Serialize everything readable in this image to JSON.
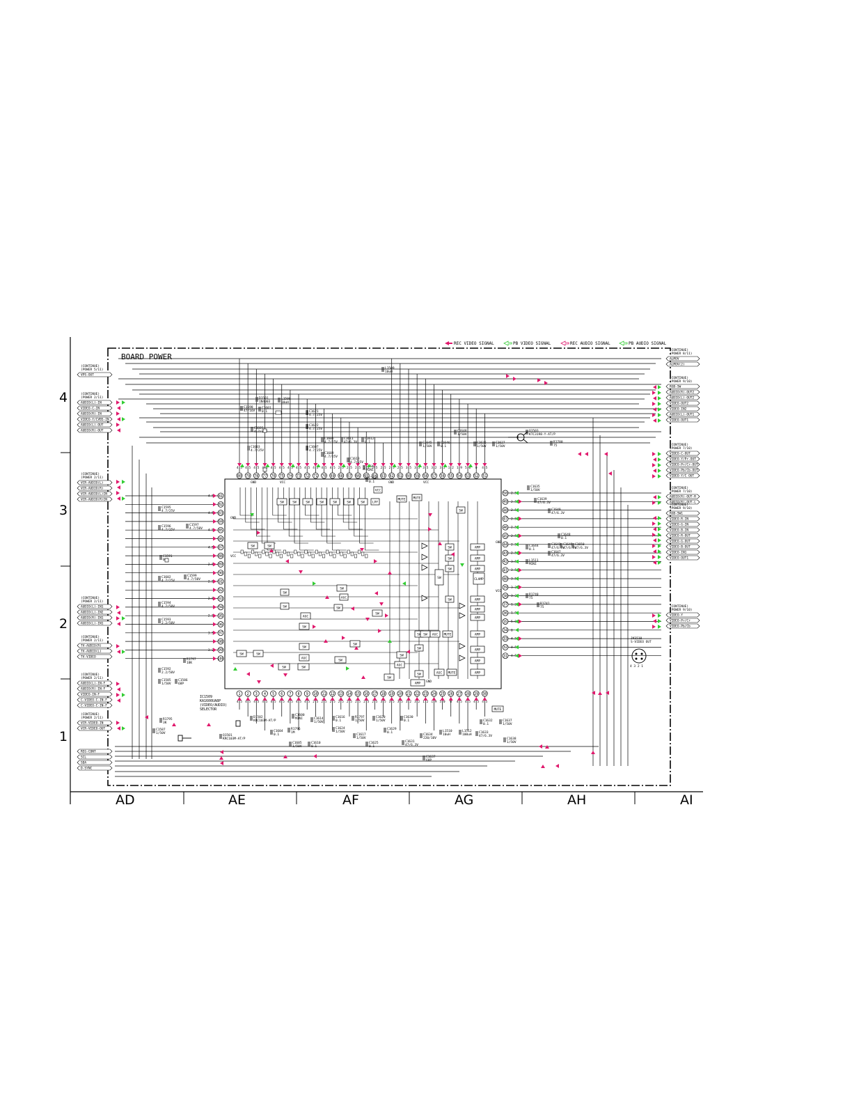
{
  "board_title": "BOARD POWER",
  "legend": [
    {
      "label": "REC VIDEO SIGNAL",
      "color": "#e0186c"
    },
    {
      "label": "PB VIDEO SIGNAL",
      "color": "#33cc33"
    },
    {
      "label": "REC AUDIO SIGNAL",
      "color": "#e0186c"
    },
    {
      "label": "PB AUDIO SIGNAL",
      "color": "#33cc33"
    }
  ],
  "colors": {
    "rec": "#e0186c",
    "pb": "#33cc33",
    "line": "#000000"
  },
  "grid_columns": [
    "AD",
    "AE",
    "AF",
    "AG",
    "AH",
    "AI"
  ],
  "grid_rows": [
    "4",
    "3",
    "2",
    "1"
  ],
  "ic": {
    "ref": "IC1509",
    "part": "KA1600UA8P",
    "function": "(VIDEO/AUDIO)",
    "function2": "SELECTOR",
    "top_pins": [
      "80",
      "79",
      "78",
      "77",
      "76",
      "75",
      "74",
      "73",
      "72",
      "71",
      "70",
      "69",
      "68",
      "67",
      "66",
      "65",
      "64",
      "63",
      "62",
      "61",
      "60",
      "59",
      "58",
      "57",
      "56",
      "55",
      "54",
      "53",
      "52",
      "51"
    ],
    "left_pins": [
      "81",
      "82",
      "83",
      "84",
      "85",
      "86",
      "87",
      "88",
      "89",
      "90",
      "91",
      "92",
      "93",
      "94",
      "95",
      "96",
      "97",
      "98",
      "99",
      "100"
    ],
    "right_pins": [
      "50",
      "49",
      "48",
      "47",
      "46",
      "45",
      "44",
      "43",
      "42",
      "41",
      "40",
      "39",
      "38",
      "37",
      "36",
      "35",
      "34",
      "33",
      "32",
      "31"
    ],
    "bottom_pins": [
      "1",
      "2",
      "3",
      "4",
      "5",
      "6",
      "7",
      "8",
      "9",
      "10",
      "11",
      "12",
      "13",
      "14",
      "15",
      "16",
      "17",
      "18",
      "19",
      "20",
      "21",
      "22",
      "23",
      "24",
      "25",
      "26",
      "27",
      "28",
      "29",
      "30"
    ],
    "pin_labels": [
      "GND",
      "VCC",
      "GND",
      "VCC",
      "GND",
      "VCC",
      "GND",
      "VCC"
    ]
  },
  "blocks": {
    "sw": "SW",
    "amp": "AMP",
    "mute": "MUTE",
    "agc": "AGC",
    "lpf": "LPF",
    "clamp": "CLAMP",
    "vcc": "VCC",
    "mute_badge": "MUTE"
  },
  "connectors": {
    "left": [
      {
        "head": "(CONTINUE)",
        "sub": "(POWER 5/11)",
        "items": [
          "VPS-OUT"
        ]
      },
      {
        "head": "(CONTINUE)",
        "sub": "(POWER 2/11)",
        "items": [
          "AUDIO(L)-IN",
          "VIDEO-C-IN",
          "AUDIO(R)-IN",
          "VIDEO-Y/CVBS-IN",
          "AUDIO(L)-OUT",
          "AUDIO(R)-OUT"
        ]
      },
      {
        "head": "(CONTINUE)",
        "sub": "(POWER 2/11)",
        "items": [
          "VCR-AUDIO(L)",
          "VCR-AUDIO(R)",
          "VCR-AUDIO(L)IN",
          "VCR-AUDIO(R)IN"
        ]
      },
      {
        "head": "(CONTINUE)",
        "sub": "(POWER 2/11)",
        "items": [
          "AUDIO(L)-IN1",
          "AUDIO(L)-IN2",
          "AUDIO(R)-IN1",
          "AUDIO(L)-IN1"
        ]
      },
      {
        "head": "(CONTINUE)",
        "sub": "(POWER 2/11)",
        "items": [
          "TV-AUDIO(R)",
          "TV-AUDIO(L)",
          "TV-VIDEO"
        ]
      },
      {
        "head": "(CONTINUE)",
        "sub": "(POWER 2/11)",
        "items": [
          "AUDIO(L)-IN-F",
          "AUDIO(R)-IN-F",
          "VIDEO-IN-F",
          "C-VIDEO-C-IN-F",
          "C-VIDEO-C-IN-F"
        ]
      },
      {
        "head": "(CONTINUE)",
        "sub": "(POWER 2/11)",
        "items": [
          "VCR-VIDEO-IN",
          "VCR-VIDEO-OUT"
        ]
      },
      {
        "head": "",
        "sub": "",
        "items": [
          "REG-CONT",
          "SCL",
          "SDA",
          "D-SYNC"
        ]
      }
    ],
    "right": [
      {
        "head": "(CONTINUE)",
        "sub": "(POWER 8/11)",
        "items": [
          "ALMOV",
          "ALMOV(2)"
        ]
      },
      {
        "head": "(CONTINUE)",
        "sub": "(POWER 9/10)",
        "items": [
          "RGB-SW",
          "AUDIO(R)-OUT2",
          "AUDIO(L)-OUT2",
          "VIDEO-OUT2",
          "VIDEO-IN2",
          "AUDIO(L)-OUT1",
          "VIDEO-OUT1"
        ]
      },
      {
        "head": "(CONTINUE)",
        "sub": "(POWER 7/10)",
        "items": [
          "VIDEO-C-OUT",
          "VIDEO-Y/Pr-OUT",
          "VIDEO-Pr/Cr-OUT",
          "VIDEO-Pb/Cb-OUT",
          "VIDEO-Y/C OUT"
        ]
      },
      {
        "head": "(CONTINUE)",
        "sub": "(POWER 7/10)",
        "items": [
          "AUDIO(R)-OUT-R",
          "AUDIO(R)-OUT-L"
        ]
      },
      {
        "head": "(CONTINUE)",
        "sub": "(POWER 9/10)",
        "items": [
          "RGB-SW1",
          "VIDEO-R-IN",
          "VIDEO-G-IN",
          "VIDEO-B-IN",
          "VIDEO-R-OUT",
          "VIDEO-G-OUT",
          "VIDEO-B-OUT",
          "VIDEO-IN1",
          "VIDEO-OUT1"
        ]
      },
      {
        "head": "(CONTINUE)",
        "sub": "(POWER 9/10)",
        "items": [
          "VIDEO-Y",
          "VIDEO-Pr/Cr",
          "VIDEO-Pb/Cb"
        ]
      }
    ]
  },
  "jack": {
    "ref": "JK1510",
    "name": "S-VIDEO OUT",
    "inner": "4 3 2 1"
  },
  "components": [
    {
      "ref": "C1598",
      "val": "47/16V"
    },
    {
      "ref": "D1501",
      "val": "1N4003"
    },
    {
      "ref": "C1601",
      "val": "0.1"
    },
    {
      "ref": "L1508",
      "val": "10uH"
    },
    {
      "ref": "C1601",
      "val": "4.7/25V"
    },
    {
      "ref": "C1603",
      "val": "4.7/25V"
    },
    {
      "ref": "C1621",
      "val": "4.7/25V"
    },
    {
      "ref": "C1622",
      "val": "4.7/25V"
    },
    {
      "ref": "C1606",
      "val": "4.7/25V"
    },
    {
      "ref": "C1607",
      "val": "4.7/25V"
    },
    {
      "ref": "C1609",
      "val": "4.7/25V"
    },
    {
      "ref": "C1611",
      "val": "47/6.3V"
    },
    {
      "ref": "C1612",
      "val": "0.1"
    },
    {
      "ref": "C1613",
      "val": "4.7/25V"
    },
    {
      "ref": "C1642",
      "val": "MINI"
    },
    {
      "ref": "C1643",
      "val": "0.1"
    },
    {
      "ref": "L1509",
      "val": "10uH"
    },
    {
      "ref": "C1645",
      "val": "1/50V"
    },
    {
      "ref": "C1646",
      "val": "0.1"
    },
    {
      "ref": "C1648",
      "val": "1/50V"
    },
    {
      "ref": "C1626",
      "val": "1/50V"
    },
    {
      "ref": "C1627",
      "val": "1/50V"
    },
    {
      "ref": "Q1503",
      "val": "KTC3198-Y-AT/P"
    },
    {
      "ref": "R1700",
      "val": "75"
    },
    {
      "ref": "C1595",
      "val": "4.7/25V"
    },
    {
      "ref": "C1596",
      "val": "4.7/25V"
    },
    {
      "ref": "C1597",
      "val": "4.7/50V"
    },
    {
      "ref": "C1599",
      "val": "4.7/50V"
    },
    {
      "ref": "C1591",
      "val": "0.1"
    },
    {
      "ref": "C1602",
      "val": "4.7/25V"
    },
    {
      "ref": "C1594",
      "val": "4.7/50V"
    },
    {
      "ref": "C1593",
      "val": "2.2/50V"
    },
    {
      "ref": "C1592",
      "val": "2.2/50V"
    },
    {
      "ref": "C1585",
      "val": "1/50V"
    },
    {
      "ref": "C1586",
      "val": "68P"
    },
    {
      "ref": "R1795",
      "val": "3K"
    },
    {
      "ref": "R1797",
      "val": "18K"
    },
    {
      "ref": "C1587",
      "val": "1/50V"
    },
    {
      "ref": "Q1501",
      "val": "KRC103M-AT/P"
    },
    {
      "ref": "D1502",
      "val": "KRC103M-AT/P"
    },
    {
      "ref": "C1604",
      "val": "0.1"
    },
    {
      "ref": "R1796",
      "val": "1M"
    },
    {
      "ref": "C1605",
      "val": "1/50V"
    },
    {
      "ref": "C1600",
      "val": "MINI"
    },
    {
      "ref": "C1610",
      "val": "0.1"
    },
    {
      "ref": "C1614",
      "val": "1/50V"
    },
    {
      "ref": "C1616",
      "val": "0.1"
    },
    {
      "ref": "C1624",
      "val": "1/50V"
    },
    {
      "ref": "R1797",
      "val": "1/50V"
    },
    {
      "ref": "C1617",
      "val": "1/50V"
    },
    {
      "ref": "C1620",
      "val": "1/50V"
    },
    {
      "ref": "C1625",
      "val": "0.1"
    },
    {
      "ref": "C1629",
      "val": "0.1"
    },
    {
      "ref": "C1630",
      "val": "0.1"
    },
    {
      "ref": "C1631",
      "val": "47/6.3V"
    },
    {
      "ref": "C1634",
      "val": "220/10V"
    },
    {
      "ref": "C1637",
      "val": "68P"
    },
    {
      "ref": "L1510",
      "val": "10uH"
    },
    {
      "ref": "L1512",
      "val": "100uH"
    },
    {
      "ref": "C1633",
      "val": "47/6.3V"
    },
    {
      "ref": "C1632",
      "val": "0.1"
    },
    {
      "ref": "C1637",
      "val": "1/50V"
    },
    {
      "ref": "C1638",
      "val": "1/50V"
    },
    {
      "ref": "C1635",
      "val": "1/50V"
    },
    {
      "ref": "C1639",
      "val": "47/6.3V"
    },
    {
      "ref": "C1640",
      "val": "47/6.3V"
    },
    {
      "ref": "C1641",
      "val": "47/6.3V"
    },
    {
      "ref": "C1644",
      "val": "0.1"
    },
    {
      "ref": "L1511",
      "val": "MINI"
    },
    {
      "ref": "C1649",
      "val": "47/6.3V"
    },
    {
      "ref": "C1650",
      "val": "47/6.3V"
    },
    {
      "ref": "C1647",
      "val": "47/6.3V"
    },
    {
      "ref": "C1648",
      "val": "0.1"
    },
    {
      "ref": "R1740",
      "val": "75"
    },
    {
      "ref": "R1741",
      "val": "75"
    }
  ],
  "pin_voltages": [
    "4.5",
    "4.5",
    "4.5",
    "4.5",
    "4.5",
    "4.5",
    "4.5",
    "4.5",
    "4.5",
    "4.5",
    "4.5",
    "4.5",
    "2.5",
    "2.5",
    "2.5",
    "2.5",
    "2.5",
    "2.5",
    "2.5",
    "2.5",
    "3.5",
    "3.5",
    "3.5",
    "3.2",
    "3.2",
    "1.2",
    "1.9",
    "5.0",
    "0"
  ]
}
